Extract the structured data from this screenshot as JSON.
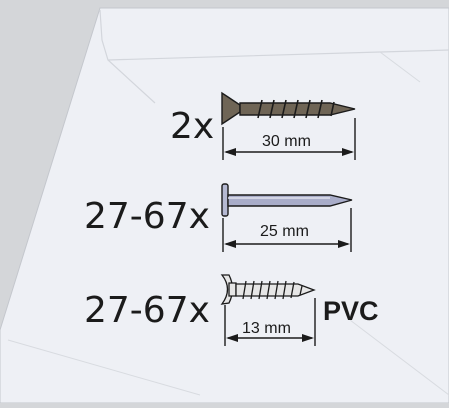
{
  "items": [
    {
      "quantity": "2x",
      "fastener": "wood-screw",
      "length_label": "30 mm",
      "color": "#6f6556"
    },
    {
      "quantity": "27-67x",
      "fastener": "nail",
      "length_label": "25 mm",
      "color": "#a9adc9"
    },
    {
      "quantity": "27-67x",
      "fastener": "washer-head-screw",
      "length_label": "13 mm",
      "color": "#e6e6e6",
      "tag": "PVC"
    }
  ],
  "colors": {
    "background": "#d4d6d9",
    "bag": "#eef0f6",
    "ink": "#1b1b1b"
  }
}
